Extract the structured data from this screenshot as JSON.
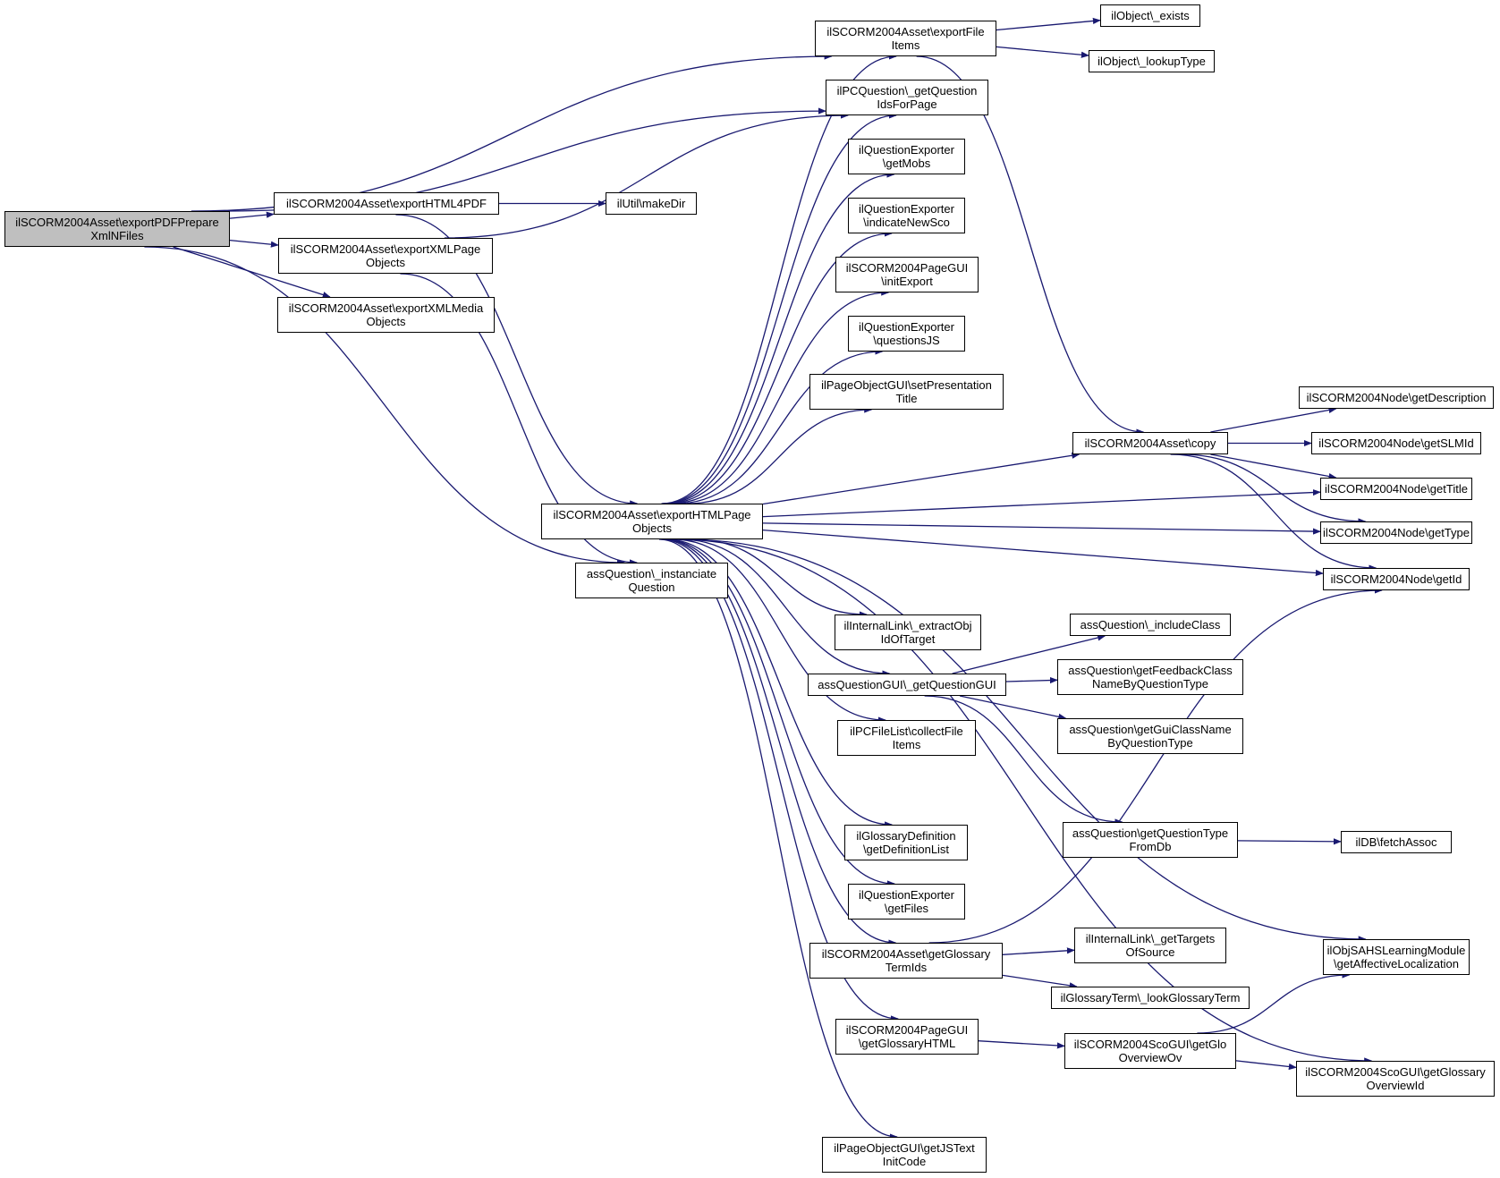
{
  "colors": {
    "edge": "#191970",
    "root_fill": "#bfbfbf",
    "node_fill": "#ffffff",
    "node_border": "#000000"
  },
  "nodes": [
    {
      "id": "root",
      "lines": [
        "ilSCORM2004Asset\\exportPDFPrepare",
        "XmlNFiles"
      ]
    },
    {
      "id": "exportHTML4PDF",
      "lines": [
        "ilSCORM2004Asset\\exportHTML4PDF"
      ]
    },
    {
      "id": "exportXMLPageObjects",
      "lines": [
        "ilSCORM2004Asset\\exportXMLPage",
        "Objects"
      ]
    },
    {
      "id": "exportXMLMediaObjects",
      "lines": [
        "ilSCORM2004Asset\\exportXMLMedia",
        "Objects"
      ]
    },
    {
      "id": "makeDir",
      "lines": [
        "ilUtil\\makeDir"
      ]
    },
    {
      "id": "exportHTMLPageObjects",
      "lines": [
        "ilSCORM2004Asset\\exportHTMLPage",
        "Objects"
      ]
    },
    {
      "id": "instanciateQuestion",
      "lines": [
        "assQuestion\\_instanciate",
        "Question"
      ]
    },
    {
      "id": "exportFileItems",
      "lines": [
        "ilSCORM2004Asset\\exportFile",
        "Items"
      ]
    },
    {
      "id": "getQuestionIdsForPage",
      "lines": [
        "ilPCQuestion\\_getQuestion",
        "IdsForPage"
      ]
    },
    {
      "id": "getMobs",
      "lines": [
        "ilQuestionExporter",
        "\\getMobs"
      ]
    },
    {
      "id": "indicateNewSco",
      "lines": [
        "ilQuestionExporter",
        "\\indicateNewSco"
      ]
    },
    {
      "id": "initExport",
      "lines": [
        "ilSCORM2004PageGUI",
        "\\initExport"
      ]
    },
    {
      "id": "questionsJS",
      "lines": [
        "ilQuestionExporter",
        "\\questionsJS"
      ]
    },
    {
      "id": "setPresentationTitle",
      "lines": [
        "ilPageObjectGUI\\setPresentation",
        "Title"
      ]
    },
    {
      "id": "extractObjIdOfTarget",
      "lines": [
        "ilInternalLink\\_extractObj",
        "IdOfTarget"
      ]
    },
    {
      "id": "getQuestionGUI",
      "lines": [
        "assQuestionGUI\\_getQuestionGUI"
      ]
    },
    {
      "id": "collectFileItems",
      "lines": [
        "ilPCFileList\\collectFile",
        "Items"
      ]
    },
    {
      "id": "getDefinitionList",
      "lines": [
        "ilGlossaryDefinition",
        "\\getDefinitionList"
      ]
    },
    {
      "id": "getFiles",
      "lines": [
        "ilQuestionExporter",
        "\\getFiles"
      ]
    },
    {
      "id": "getGlossaryTermIds",
      "lines": [
        "ilSCORM2004Asset\\getGlossary",
        "TermIds"
      ]
    },
    {
      "id": "getGlossaryHTML",
      "lines": [
        "ilSCORM2004PageGUI",
        "\\getGlossaryHTML"
      ]
    },
    {
      "id": "getJSTextInitCode",
      "lines": [
        "ilPageObjectGUI\\getJSText",
        "InitCode"
      ]
    },
    {
      "id": "objExists",
      "lines": [
        "ilObject\\_exists"
      ]
    },
    {
      "id": "lookupType",
      "lines": [
        "ilObject\\_lookupType"
      ]
    },
    {
      "id": "copy",
      "lines": [
        "ilSCORM2004Asset\\copy"
      ]
    },
    {
      "id": "includeClass",
      "lines": [
        "assQuestion\\_includeClass"
      ]
    },
    {
      "id": "getFeedbackClassNameByQuestionType",
      "lines": [
        "assQuestion\\getFeedbackClass",
        "NameByQuestionType"
      ]
    },
    {
      "id": "getGuiClassNameByQuestionType",
      "lines": [
        "assQuestion\\getGuiClassName",
        "ByQuestionType"
      ]
    },
    {
      "id": "getQuestionTypeFromDb",
      "lines": [
        "assQuestion\\getQuestionType",
        "FromDb"
      ]
    },
    {
      "id": "getTargetsOfSource",
      "lines": [
        "ilInternalLink\\_getTargets",
        "OfSource"
      ]
    },
    {
      "id": "lookGlossaryTerm",
      "lines": [
        "ilGlossaryTerm\\_lookGlossaryTerm"
      ]
    },
    {
      "id": "getGloOverviewOv",
      "lines": [
        "ilSCORM2004ScoGUI\\getGlo",
        "OverviewOv"
      ]
    },
    {
      "id": "getDescription",
      "lines": [
        "ilSCORM2004Node\\getDescription"
      ]
    },
    {
      "id": "getSLMId",
      "lines": [
        "ilSCORM2004Node\\getSLMId"
      ]
    },
    {
      "id": "getTitle",
      "lines": [
        "ilSCORM2004Node\\getTitle"
      ]
    },
    {
      "id": "getType",
      "lines": [
        "ilSCORM2004Node\\getType"
      ]
    },
    {
      "id": "getId",
      "lines": [
        "ilSCORM2004Node\\getId"
      ]
    },
    {
      "id": "fetchAssoc",
      "lines": [
        "ilDB\\fetchAssoc"
      ]
    },
    {
      "id": "getAffectiveLocalization",
      "lines": [
        "ilObjSAHSLearningModule",
        "\\getAffectiveLocalization"
      ]
    },
    {
      "id": "getGlossaryOverviewId",
      "lines": [
        "ilSCORM2004ScoGUI\\getGlossary",
        "OverviewId"
      ]
    }
  ],
  "edges": [
    [
      "root",
      "exportFileItems"
    ],
    [
      "root",
      "getQuestionIdsForPage"
    ],
    [
      "root",
      "exportHTML4PDF"
    ],
    [
      "root",
      "exportXMLPageObjects"
    ],
    [
      "root",
      "exportXMLMediaObjects"
    ],
    [
      "root",
      "instanciateQuestion"
    ],
    [
      "exportHTML4PDF",
      "makeDir"
    ],
    [
      "exportHTML4PDF",
      "exportHTMLPageObjects"
    ],
    [
      "exportXMLPageObjects",
      "getQuestionIdsForPage"
    ],
    [
      "exportXMLPageObjects",
      "instanciateQuestion"
    ],
    [
      "exportHTMLPageObjects",
      "exportFileItems"
    ],
    [
      "exportHTMLPageObjects",
      "getQuestionIdsForPage"
    ],
    [
      "exportHTMLPageObjects",
      "getMobs"
    ],
    [
      "exportHTMLPageObjects",
      "indicateNewSco"
    ],
    [
      "exportHTMLPageObjects",
      "initExport"
    ],
    [
      "exportHTMLPageObjects",
      "questionsJS"
    ],
    [
      "exportHTMLPageObjects",
      "setPresentationTitle"
    ],
    [
      "exportHTMLPageObjects",
      "copy"
    ],
    [
      "exportHTMLPageObjects",
      "getTitle"
    ],
    [
      "exportHTMLPageObjects",
      "getType"
    ],
    [
      "exportHTMLPageObjects",
      "getId"
    ],
    [
      "exportHTMLPageObjects",
      "extractObjIdOfTarget"
    ],
    [
      "exportHTMLPageObjects",
      "getQuestionGUI"
    ],
    [
      "exportHTMLPageObjects",
      "collectFileItems"
    ],
    [
      "exportHTMLPageObjects",
      "getDefinitionList"
    ],
    [
      "exportHTMLPageObjects",
      "getFiles"
    ],
    [
      "exportHTMLPageObjects",
      "getGlossaryTermIds"
    ],
    [
      "exportHTMLPageObjects",
      "getGlossaryHTML"
    ],
    [
      "exportHTMLPageObjects",
      "getJSTextInitCode"
    ],
    [
      "exportHTMLPageObjects",
      "getAffectiveLocalization"
    ],
    [
      "exportHTMLPageObjects",
      "getGlossaryOverviewId"
    ],
    [
      "exportFileItems",
      "objExists"
    ],
    [
      "exportFileItems",
      "lookupType"
    ],
    [
      "exportFileItems",
      "copy"
    ],
    [
      "copy",
      "getDescription"
    ],
    [
      "copy",
      "getSLMId"
    ],
    [
      "copy",
      "getTitle"
    ],
    [
      "copy",
      "getType"
    ],
    [
      "copy",
      "getId"
    ],
    [
      "getQuestionGUI",
      "includeClass"
    ],
    [
      "getQuestionGUI",
      "getFeedbackClassNameByQuestionType"
    ],
    [
      "getQuestionGUI",
      "getGuiClassNameByQuestionType"
    ],
    [
      "getQuestionGUI",
      "getQuestionTypeFromDb"
    ],
    [
      "getQuestionTypeFromDb",
      "fetchAssoc"
    ],
    [
      "getGlossaryTermIds",
      "getTargetsOfSource"
    ],
    [
      "getGlossaryTermIds",
      "lookGlossaryTerm"
    ],
    [
      "getGlossaryTermIds",
      "getId"
    ],
    [
      "getGlossaryHTML",
      "getGloOverviewOv"
    ],
    [
      "getGloOverviewOv",
      "getAffectiveLocalization"
    ],
    [
      "getGloOverviewOv",
      "getGlossaryOverviewId"
    ]
  ]
}
